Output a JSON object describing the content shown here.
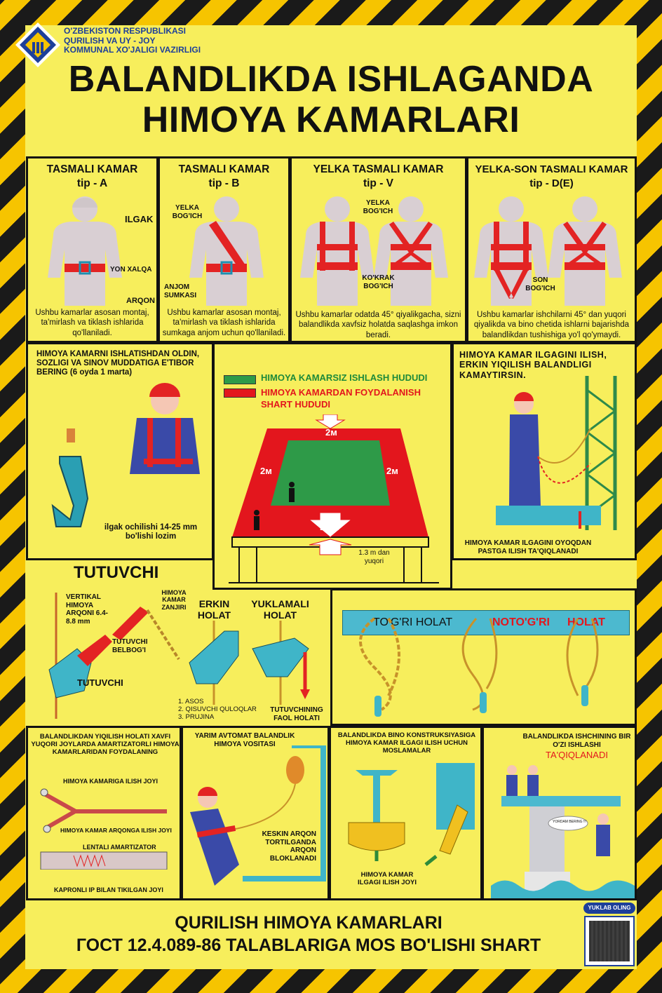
{
  "header": {
    "ministry": [
      "O'ZBEKISTON RESPUBLIKASI",
      "QURILISH VA UY - JOY",
      "KOMMUNAL XO'JALIGI VAZIRLIGI"
    ],
    "title_line1": "BALANDLIKDA ISHLAGANDA",
    "title_line2": "HIMOYA KAMARLARI"
  },
  "types": [
    {
      "title": "TASMALI KAMAR",
      "tip": "tip - A",
      "labels": [
        "ILGAK",
        "YON XALQA",
        "ARQON"
      ],
      "text": "Ushbu kamarlar asosan montaj, ta'mirlash va tiklash ishlarida qo'llaniladi."
    },
    {
      "title": "TASMALI KAMAR",
      "tip": "tip - B",
      "labels": [
        "YELKA BOG'ICH",
        "ANJOM SUMKASI"
      ],
      "text": "Ushbu kamarlar asosan montaj, ta'mirlash va tiklash ishlarida sumkaga anjom uchun qo'llaniladi."
    },
    {
      "title": "YELKA TASMALI KAMAR",
      "tip": "tip - V",
      "labels": [
        "YELKA BOG'ICH",
        "KO'KRAK BOG'ICH"
      ],
      "text": "Ushbu kamarlar odatda 45° qiyalikgacha, sizni balandlikda xavfsiz holatda saqlashga imkon beradi."
    },
    {
      "title": "YELKA-SON TASMALI KAMAR",
      "tip": "tip - D(E)",
      "labels": [
        "SON BOG'ICH"
      ],
      "text": "Ushbu kamarlar ishchilarni 45° dan yuqori qiyalikda va bino chetida ishlarni bajarishda balandlikdan tushishiga yo'l qo'ymaydi."
    }
  ],
  "check": {
    "title": "HIMOYA KAMARNI ISHLATISHDAN OLDIN, SOZLIGI VA SINOV MUDDATIGA E'TIBOR BERING (6 oyda 1 marta)",
    "note": "ilgak ochilishi 14-25 mm bo'lishi lozim"
  },
  "zones": {
    "legend_green": "HIMOYA KAMARSIZ ISHLASH HUDUDI",
    "legend_red": "HIMOYA KAMARDAN FOYDALANISH SHART HUDUDI",
    "dist": "2м",
    "height": "1.3 m dan yuqori",
    "colors": {
      "green": "#2e9a48",
      "red": "#e3161d"
    }
  },
  "hook": {
    "title": "HIMOYA KAMAR ILGAGINI ILISH, ERKIN YIQILISH BALANDLIGI KAMAYTIRSIN.",
    "note": "HIMOYA KAMAR ILGAGINI OYOQDAN PASTGA ILISH TA'QIQLANADI"
  },
  "grab": {
    "title": "TUTUVCHI",
    "rope": "VERTIKAL HIMOYA ARQONI 6.4-8.8 mm",
    "chain": "HIMOYA KAMAR ZANJIRI",
    "belt": "TUTUVCHI BELBOG'I",
    "device": "TUTUVCHI",
    "free": "ERKIN HOLAT",
    "loaded": "YUKLAMALI HOLAT",
    "parts": [
      "1. ASOS",
      "2. QISUVCHI QULOQLAR",
      "3. PRUJINA"
    ],
    "active": "TUTUVCHINING FAOL HOLATI"
  },
  "lanyard": {
    "right": "TO'G'RI HOLAT",
    "wrong": "NOTO'G'RI",
    "wrong2": "HOLAT"
  },
  "absorber": {
    "title": "BALANDLIKDAN YIQILISH HOLATI XAVFI YUQORI JOYLARDA AMARTIZATORLI HIMOYA KAMARLARIDAN FOYDALANING",
    "l1": "HIMOYA KAMARIGA ILISH JOYI",
    "l2": "HIMOYA KAMAR ARQONGA ILISH JOYI",
    "l3": "LENTALI AMARTIZATOR",
    "l4": "KAPRONLI IP BILAN TIKILGAN JOYI"
  },
  "semi": {
    "title": "YARIM AVTOMAT BALANDLIK HIMOYA VOSITASI",
    "note": "KESKIN ARQON TORTILGANDA ARQON BLOKLANADI"
  },
  "anchors": {
    "title": "BALANDLIKDA BINO KONSTRUKSIYASIGA HIMOYA KAMAR ILGAGI ILISH UCHUN MOSLAMALAR",
    "note": "HIMOYA KAMAR ILGAGI ILISH JOYI"
  },
  "alone": {
    "title": "BALANDLIKDA ISHCHINING BIR O'ZI ISHLASHI",
    "warn": "TA'QIQLANADI",
    "bubble": "YORDAM BERING !!!"
  },
  "footer": {
    "line1": "QURILISH HIMOYA KAMARLARI",
    "line2": "ГОСТ 12.4.089-86 TALABLARIGA MOS BO'LISHI SHART",
    "qr_label": "YUKLAB OLING"
  }
}
